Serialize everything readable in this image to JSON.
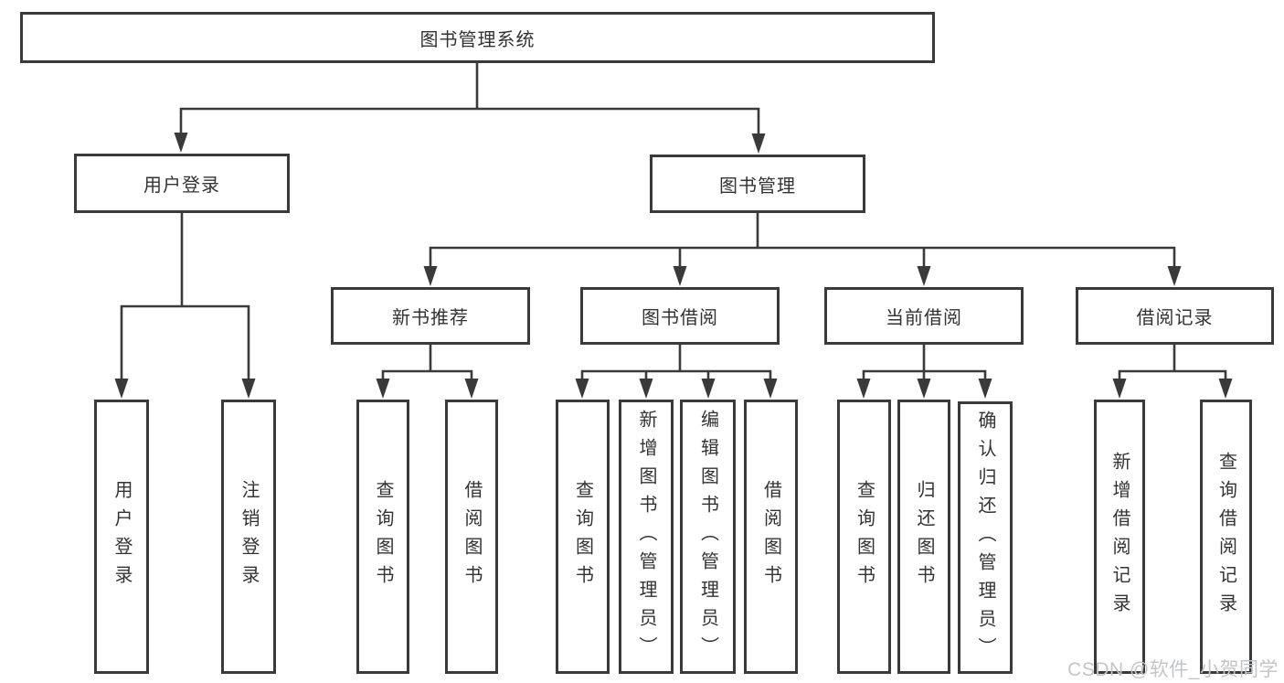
{
  "diagram": {
    "type": "hierarchy-tree",
    "tree": {
      "root": {
        "label": "图书管理系统"
      },
      "login_branch": {
        "label": "用户登录",
        "children": [
          {
            "label": "用户登录"
          },
          {
            "label": "注销登录"
          }
        ]
      },
      "management_branch": {
        "label": "图书管理",
        "groups": [
          {
            "label": "新书推荐",
            "children": [
              {
                "label": "查询图书"
              },
              {
                "label": "借阅图书"
              }
            ]
          },
          {
            "label": "图书借阅",
            "children": [
              {
                "label": "查询图书"
              },
              {
                "label": "新增图书（管理员）"
              },
              {
                "label": "编辑图书（管理员）"
              },
              {
                "label": "借阅图书"
              }
            ]
          },
          {
            "label": "当前借阅",
            "children": [
              {
                "label": "查询图书"
              },
              {
                "label": "归还图书"
              },
              {
                "label": "确认归还（管理员）"
              }
            ]
          },
          {
            "label": "借阅记录",
            "children": [
              {
                "label": "新增借阅记录"
              },
              {
                "label": "查询借阅记录"
              }
            ]
          }
        ]
      }
    },
    "colors": {
      "line": "#3a3a3a",
      "text": "#333333",
      "background": "#ffffff",
      "watermark_text": "#c3c4c7"
    }
  },
  "watermark": "CSDN @软件_小贺同学"
}
